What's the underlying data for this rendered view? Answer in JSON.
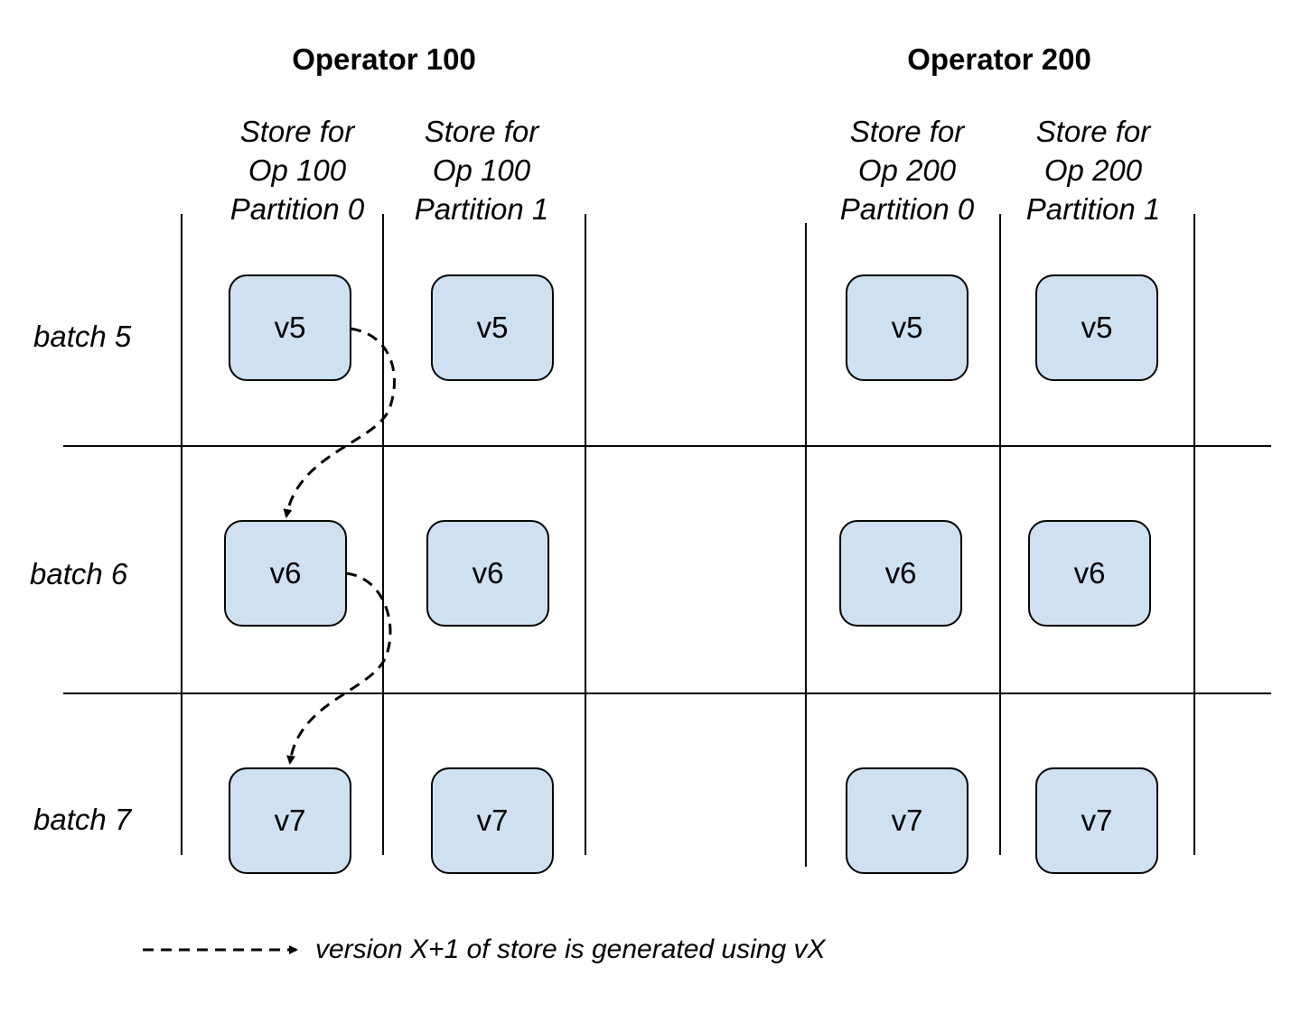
{
  "operators": [
    {
      "title": "Operator 100",
      "stores": [
        {
          "lines": [
            "Store for",
            "Op 100",
            "Partition 0"
          ],
          "versions": [
            "v5",
            "v6",
            "v7"
          ]
        },
        {
          "lines": [
            "Store for",
            "Op 100",
            "Partition 1"
          ],
          "versions": [
            "v5",
            "v6",
            "v7"
          ]
        }
      ]
    },
    {
      "title": "Operator 200",
      "stores": [
        {
          "lines": [
            "Store for",
            "Op 200",
            "Partition 0"
          ],
          "versions": [
            "v5",
            "v6",
            "v7"
          ]
        },
        {
          "lines": [
            "Store for",
            "Op 200",
            "Partition 1"
          ],
          "versions": [
            "v5",
            "v6",
            "v7"
          ]
        }
      ]
    }
  ],
  "batches": [
    "batch 5",
    "batch 6",
    "batch 7"
  ],
  "legend": {
    "text": "version X+1 of store is generated using vX"
  },
  "colors": {
    "box_fill": "#cfe0f0",
    "line": "#000000"
  }
}
